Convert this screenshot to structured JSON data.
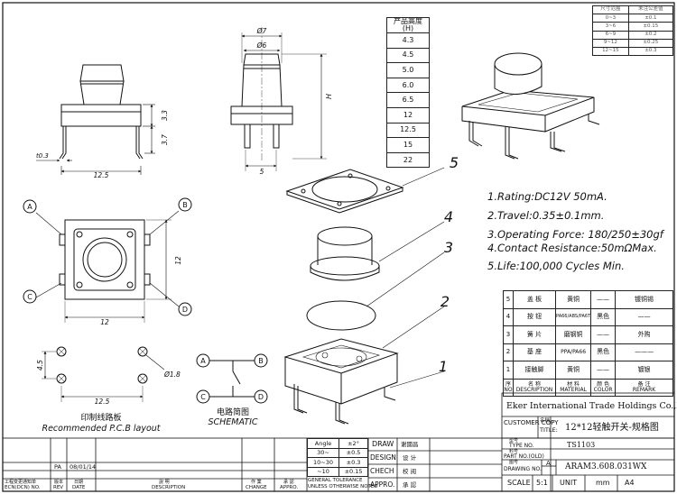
{
  "height_table": {
    "header": "产品高度",
    "unit": "(H)",
    "values": [
      "4.3",
      "4.5",
      "5.0",
      "6.0",
      "6.5",
      "12",
      "12.5",
      "15",
      "22"
    ]
  },
  "size_table": {
    "headers": [
      "尺寸范围",
      "未注公差值"
    ],
    "rows": [
      [
        "0~3",
        "±0.1"
      ],
      [
        "3~6",
        "±0.15"
      ],
      [
        "6~9",
        "±0.2"
      ],
      [
        "9~12",
        "±0.25"
      ],
      [
        "12~15",
        "±0.3"
      ]
    ]
  },
  "dims": {
    "d7": "Ø7",
    "d6": "Ø6",
    "h": "H",
    "w12_5": "12.5",
    "h3_3": "3.3",
    "h3_7": "3.7",
    "t0_3": "t0.3",
    "w5": "5",
    "w12": "12",
    "h12": "12",
    "pcb4_5": "4.5",
    "pcb12_5": "12.5",
    "hole": "Ø1.8"
  },
  "callouts": {
    "A1": "A",
    "B1": "B",
    "C1": "C",
    "D1": "D",
    "A2": "A",
    "B2": "B",
    "C2": "C",
    "D2": "D",
    "p1": "1",
    "p2": "2",
    "p3": "3",
    "p4": "4",
    "p5": "5"
  },
  "labels": {
    "pcb_cn": "印制线路板",
    "pcb_en": "Recommended P.C.B layout",
    "sch_cn": "电路简图",
    "sch_en": "SCHEMATIC"
  },
  "specs": [
    "1.Rating:DC12V 50mA.",
    "2.Travel:0.35±0.1mm.",
    "3.Operating Force: 180/250±30gf",
    "4.Contact Resistance:50mΩMax.",
    "5.Life:100,000 Cycles Min."
  ],
  "bom": {
    "rows": [
      [
        "5",
        "盖  板",
        "黄铜",
        "——",
        "镀铜锡"
      ],
      [
        "4",
        "按  钮",
        "PA66/ABS/PA6T",
        "黑色",
        "——"
      ],
      [
        "3",
        "簧  片",
        "磨钢铜",
        "——",
        "外购"
      ],
      [
        "2",
        "基  座",
        "PPA/PA66",
        "黑色",
        "———"
      ],
      [
        "1",
        "接触脚",
        "黄铜",
        "——",
        "镀银"
      ]
    ],
    "header_cn": [
      "序",
      "名  称",
      "材  料",
      "颜  色",
      "备  注"
    ],
    "header_en": [
      "NO",
      "DESCRIPTION",
      "MATERIAL",
      "COLOR",
      "REMARK"
    ]
  },
  "title_block": {
    "company": "Eker International Trade Holdings Co.,Ltd",
    "customer_copy": "CUSTOMER COPY",
    "title_cn": "名稱",
    "title_en": "TITLE:",
    "title_value": "12*12轻触开关-规格图",
    "type_cn": "型号",
    "type_en": "TYPE NO.",
    "type_value": "TS1103",
    "part_cn": "料号",
    "part_en": "PART NO.(OLD)",
    "drawing_cn": "图号",
    "drawing_en": "DRAWING NO.",
    "rev_box": "A",
    "drawing_value": "ARAM3.608.031WX",
    "scale_label": "SCALE",
    "scale_value": "5:1",
    "unit_label": "UNIT",
    "unit_value": "mm",
    "size_value": "A4",
    "draw_label": "DRAW",
    "draw_name": "谢國昌",
    "design_label": "DESIGN",
    "design_name": "设  计",
    "check_label": "CHECH",
    "check_name": "校  阅",
    "appro_label": "APPRO.",
    "appro_name": "承  認"
  },
  "tolerance": {
    "header": [
      "Angle",
      "±2°"
    ],
    "rows": [
      [
        "30~",
        "±0.5"
      ],
      [
        "10~30",
        "±0.3"
      ],
      [
        "~10",
        "±0.15"
      ]
    ],
    "caption1": "GENERAL TOLERANCE",
    "caption2": "UNLESS OTHERWISE NOTED"
  },
  "revision": {
    "pa": "PA",
    "date": "08/01/14",
    "ecn_cn": "工程变更通知单",
    "ecn_en": "ECN(DCN) NO.",
    "rev_cn": "版本",
    "rev_en": "REV",
    "date_cn": "日期",
    "date_en": "DATE",
    "desc_cn": "說  明",
    "desc_en": "DESCRIPTION",
    "change_cn": "作  業",
    "change_en": "CHANGE",
    "appro_cn": "承  認",
    "appro_en": "APPRO."
  }
}
